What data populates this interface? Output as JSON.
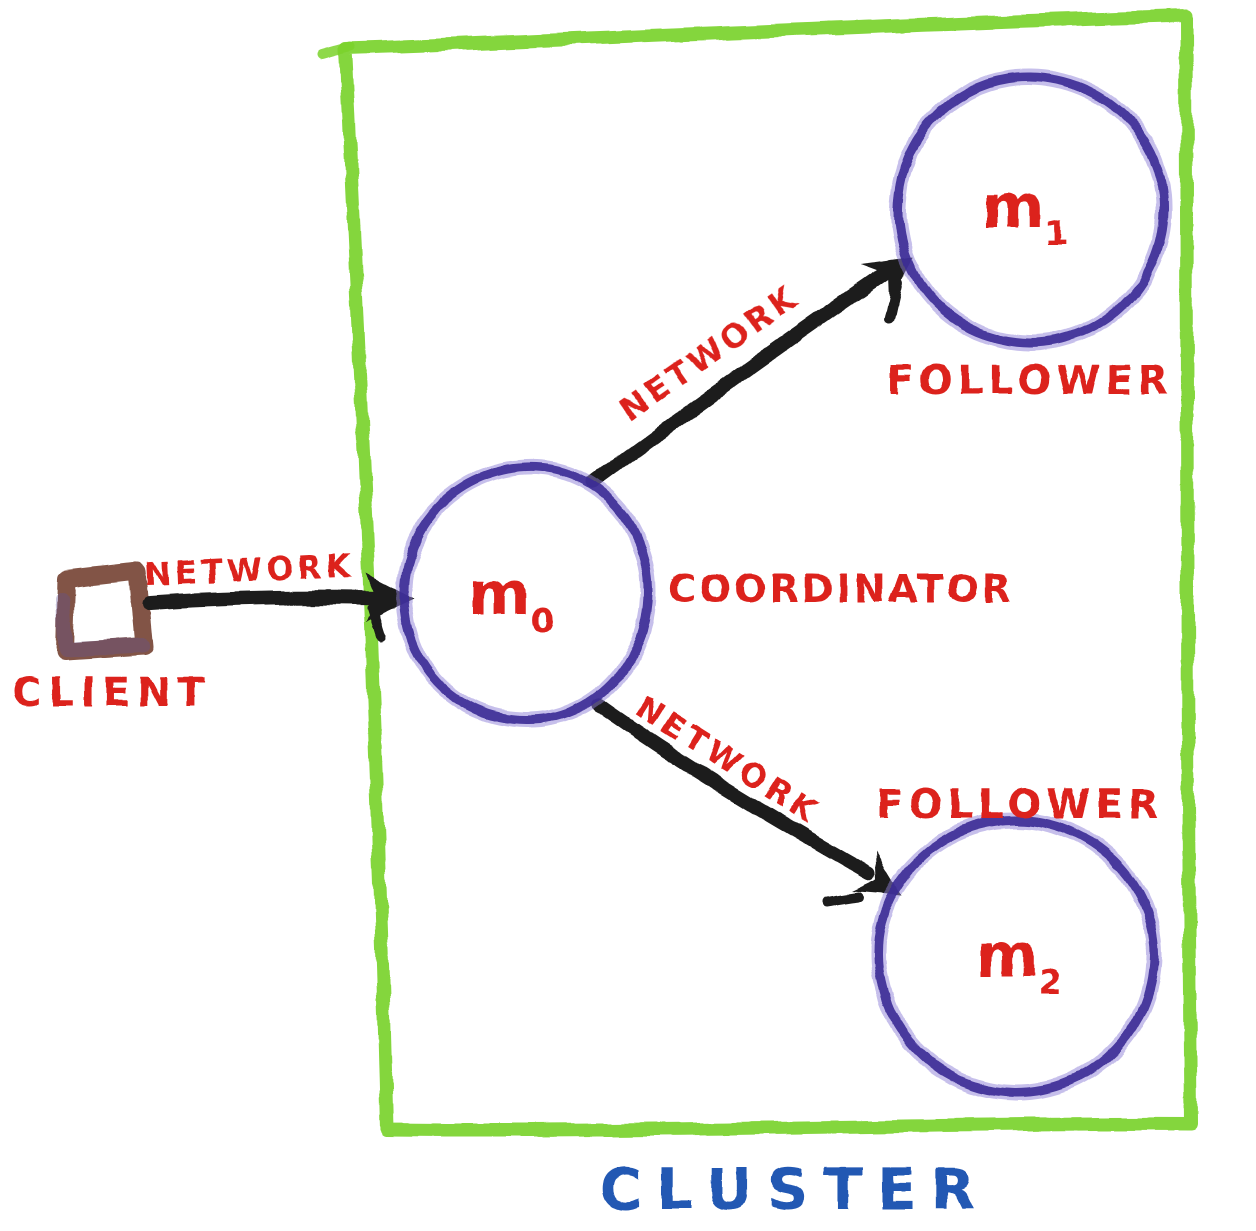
{
  "palette": {
    "cluster_green": "#79d22a",
    "node_purple": "#3a2a96",
    "node_halo": "#8d80d8",
    "label_red": "#dc241f",
    "arrow_black": "#1b1b1b",
    "client_brown": "#7b4c3c",
    "client_tint": "#5f5096",
    "cluster_blue": "#2458b3"
  },
  "cluster": {
    "label": "CLUSTER"
  },
  "client": {
    "label": "CLIENT"
  },
  "nodes": [
    {
      "base": "m",
      "sub": "0",
      "role": "COORDINATOR"
    },
    {
      "base": "m",
      "sub": "1",
      "role": "FOLLOWER"
    },
    {
      "base": "m",
      "sub": "2",
      "role": "FOLLOWER"
    }
  ],
  "edges": [
    {
      "from": "CLIENT",
      "to": "m0",
      "label": "NETWORK"
    },
    {
      "from": "m0",
      "to": "m1",
      "label": "NETWORK"
    },
    {
      "from": "m0",
      "to": "m2",
      "label": "NETWORK"
    }
  ]
}
